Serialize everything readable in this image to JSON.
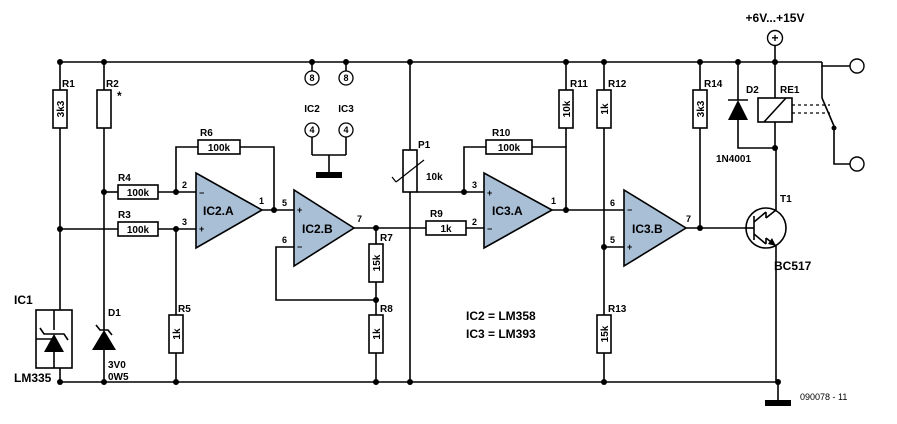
{
  "supply": {
    "label": "+6V...+15V",
    "symbol": "+"
  },
  "resistors": [
    {
      "id": "R1",
      "value": "3k3"
    },
    {
      "id": "R2",
      "value": "",
      "marker": "*"
    },
    {
      "id": "R3",
      "value": "100k"
    },
    {
      "id": "R4",
      "value": "100k"
    },
    {
      "id": "R5",
      "value": "1k"
    },
    {
      "id": "R6",
      "value": "100k"
    },
    {
      "id": "R7",
      "value": "15k"
    },
    {
      "id": "R8",
      "value": "1k"
    },
    {
      "id": "R9",
      "value": "1k"
    },
    {
      "id": "R10",
      "value": "100k"
    },
    {
      "id": "R11",
      "value": "10k"
    },
    {
      "id": "R12",
      "value": "1k"
    },
    {
      "id": "R13",
      "value": "15k"
    },
    {
      "id": "R14",
      "value": "3k3"
    }
  ],
  "pot": {
    "id": "P1",
    "value": "10k"
  },
  "opamps": [
    {
      "id": "IC2.A",
      "pins": [
        "2",
        "3",
        "1"
      ]
    },
    {
      "id": "IC2.B",
      "pins": [
        "5",
        "6",
        "7"
      ]
    },
    {
      "id": "IC3.A",
      "pins": [
        "3",
        "2",
        "1"
      ]
    },
    {
      "id": "IC3.B",
      "pins": [
        "6",
        "5",
        "7"
      ]
    }
  ],
  "power_pins": [
    {
      "ic": "IC2",
      "vcc_pin": "8",
      "gnd_pin": "4"
    },
    {
      "ic": "IC3",
      "vcc_pin": "8",
      "gnd_pin": "4"
    }
  ],
  "ic1": {
    "id": "IC1",
    "part": "LM335"
  },
  "d1": {
    "id": "D1",
    "value1": "3V0",
    "value2": "0W5"
  },
  "d2": {
    "id": "D2",
    "part": "1N4001"
  },
  "relay": {
    "id": "RE1"
  },
  "transistor": {
    "id": "T1",
    "part": "BC517"
  },
  "notes": [
    "IC2 = LM358",
    "IC3 = LM393"
  ],
  "figure_code": "090078 - 11",
  "signs": {
    "minus": "−",
    "plus": "+"
  }
}
